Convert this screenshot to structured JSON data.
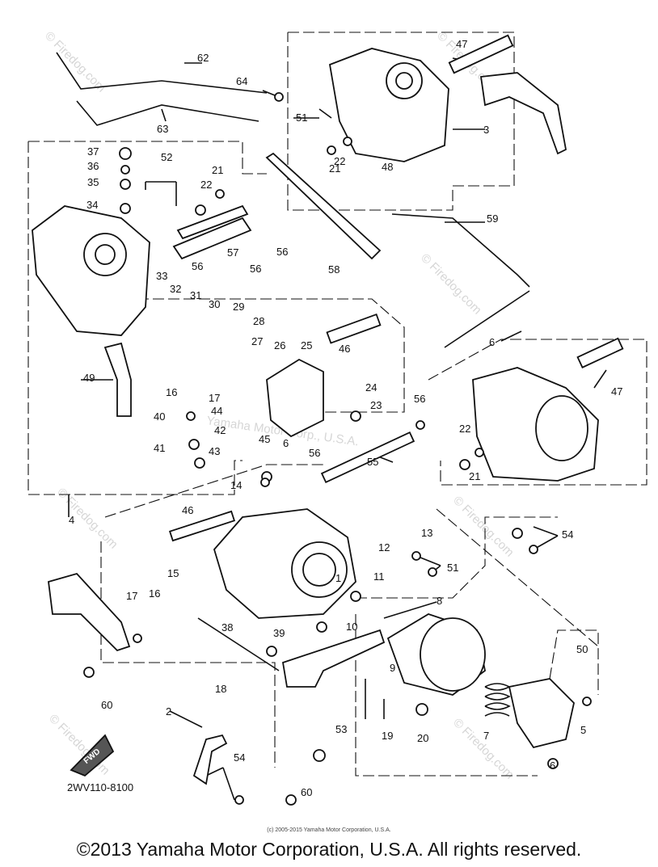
{
  "diagram": {
    "part_labels": [
      "1",
      "2",
      "3",
      "4",
      "5",
      "6",
      "6",
      "6",
      "7",
      "8",
      "9",
      "10",
      "11",
      "12",
      "13",
      "14",
      "15",
      "16",
      "16",
      "17",
      "17",
      "18",
      "19",
      "20",
      "21",
      "21",
      "21",
      "22",
      "22",
      "22",
      "23",
      "24",
      "25",
      "26",
      "27",
      "28",
      "29",
      "30",
      "31",
      "32",
      "33",
      "34",
      "35",
      "36",
      "37",
      "38",
      "39",
      "40",
      "41",
      "42",
      "43",
      "44",
      "45",
      "46",
      "46",
      "47",
      "47",
      "48",
      "49",
      "50",
      "51",
      "51",
      "52",
      "53",
      "54",
      "54",
      "55",
      "56",
      "56",
      "56",
      "56",
      "56",
      "57",
      "58",
      "59",
      "60",
      "60",
      "62",
      "63",
      "64"
    ],
    "diagram_code": "2WV110-8100",
    "fwd_label": "FWD",
    "watermark_text": "© Firedog.com",
    "center_watermark": "Yamaha Motor Corp., U.S.A.",
    "small_copyright": "(c) 2005-2015 Yamaha Motor Corporation, U.S.A.",
    "footer_copyright": "©2013 Yamaha Motor Corporation, U.S.A. All rights reserved."
  }
}
